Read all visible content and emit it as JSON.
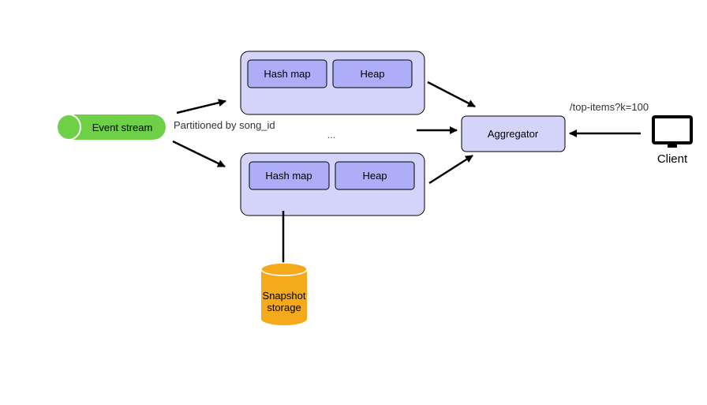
{
  "event_stream": {
    "label": "Event stream"
  },
  "partition_label": "Partitioned by song_id",
  "ellipsis": "...",
  "partitions": [
    {
      "hash_map_label": "Hash map",
      "heap_label": "Heap"
    },
    {
      "hash_map_label": "Hash map",
      "heap_label": "Heap"
    }
  ],
  "aggregator": {
    "label": "Aggregator"
  },
  "client": {
    "label": "Client",
    "request_label": "/top-items?k=100"
  },
  "storage": {
    "line1": "Snapshot",
    "line2": "storage"
  },
  "colors": {
    "stream_green": "#6dd046",
    "container_fill": "#d4d4fb",
    "inner_fill": "#aeaef8",
    "storage_orange": "#f4aa1a",
    "stroke": "#000000"
  }
}
